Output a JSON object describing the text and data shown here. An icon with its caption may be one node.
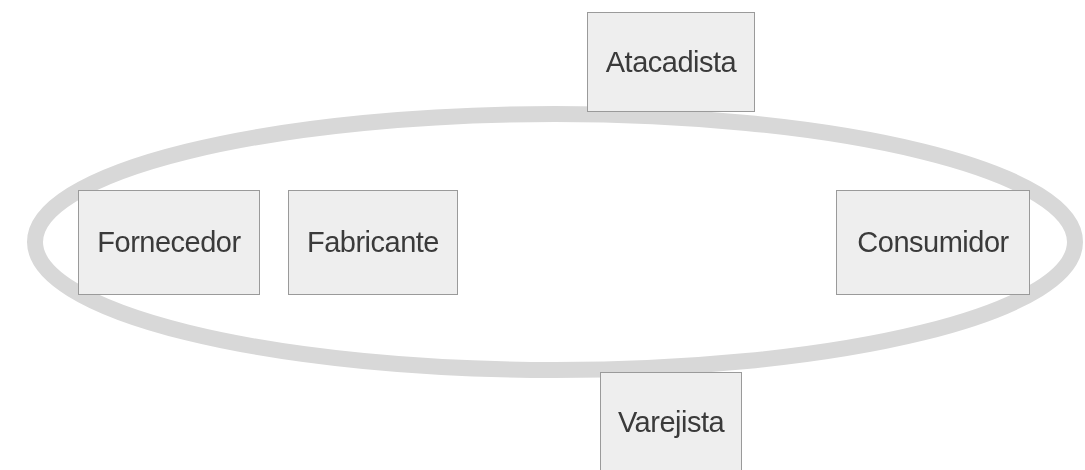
{
  "diagram": {
    "nodes": [
      {
        "text": [
          "Atacadista"
        ]
      },
      {
        "text": [
          "Fornecedor"
        ]
      },
      {
        "text": [
          "Fabricante"
        ]
      },
      {
        "text": [
          "Consumidor"
        ]
      },
      {
        "text": [
          "Varejista"
        ]
      }
    ]
  }
}
